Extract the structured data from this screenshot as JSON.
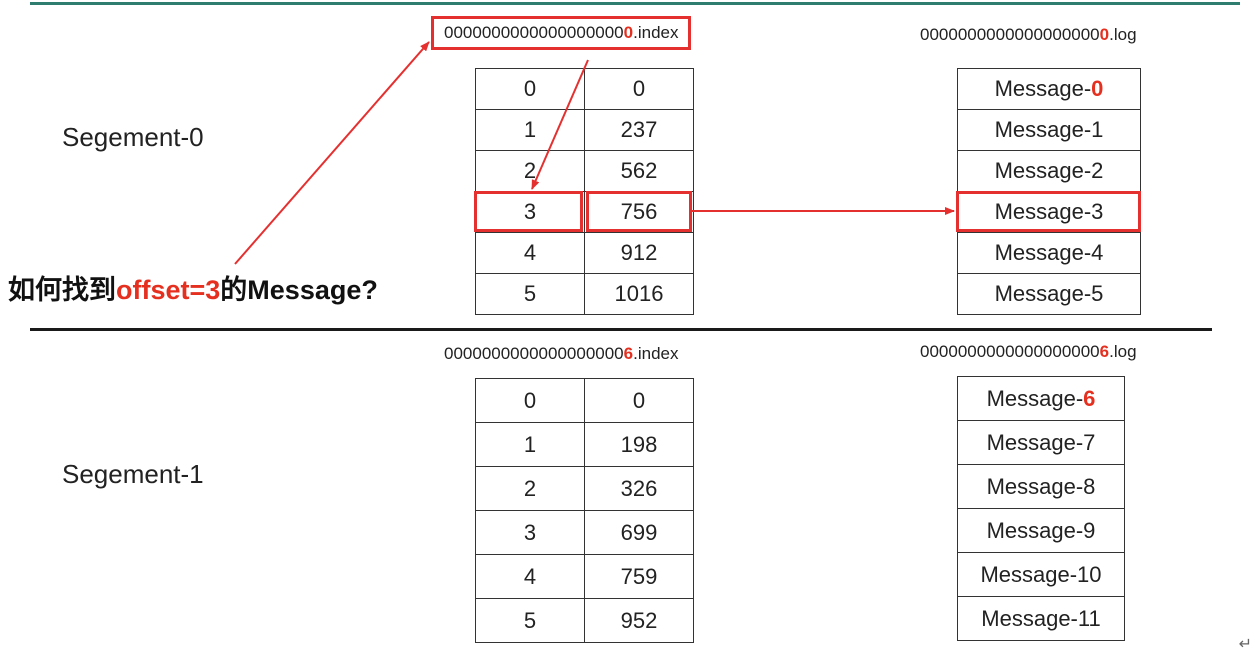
{
  "segments": [
    {
      "label": "Segement-0",
      "index_file": {
        "prefix": "0000000000000000000",
        "highlight": "0",
        "suffix": ".index"
      },
      "log_file": {
        "prefix": "0000000000000000000",
        "highlight": "0",
        "suffix": ".log"
      },
      "index_rows": [
        [
          "0",
          "0"
        ],
        [
          "1",
          "237"
        ],
        [
          "2",
          "562"
        ],
        [
          "3",
          "756"
        ],
        [
          "4",
          "912"
        ],
        [
          "5",
          "1016"
        ]
      ],
      "messages": [
        {
          "text": "Message-",
          "hl": "0"
        },
        {
          "text": "Message-1",
          "hl": ""
        },
        {
          "text": "Message-2",
          "hl": ""
        },
        {
          "text": "Message-3",
          "hl": ""
        },
        {
          "text": "Message-4",
          "hl": ""
        },
        {
          "text": "Message-5",
          "hl": ""
        }
      ]
    },
    {
      "label": "Segement-1",
      "index_file": {
        "prefix": "0000000000000000000",
        "highlight": "6",
        "suffix": ".index"
      },
      "log_file": {
        "prefix": "0000000000000000000",
        "highlight": "6",
        "suffix": ".log"
      },
      "index_rows": [
        [
          "0",
          "0"
        ],
        [
          "1",
          "198"
        ],
        [
          "2",
          "326"
        ],
        [
          "3",
          "699"
        ],
        [
          "4",
          "759"
        ],
        [
          "5",
          "952"
        ]
      ],
      "messages": [
        {
          "text": "Message-",
          "hl": "6"
        },
        {
          "text": "Message-7",
          "hl": ""
        },
        {
          "text": "Message-8",
          "hl": ""
        },
        {
          "text": "Message-9",
          "hl": ""
        },
        {
          "text": "Message-10",
          "hl": ""
        },
        {
          "text": "Message-11",
          "hl": ""
        }
      ]
    }
  ],
  "question": {
    "before": "如何找到",
    "highlight": "offset=3",
    "after": "的Message?"
  },
  "colors": {
    "highlight": "#e53020",
    "top_rule": "#2e7d6f",
    "arrow": "#e53030"
  },
  "footer_mark": "↵"
}
